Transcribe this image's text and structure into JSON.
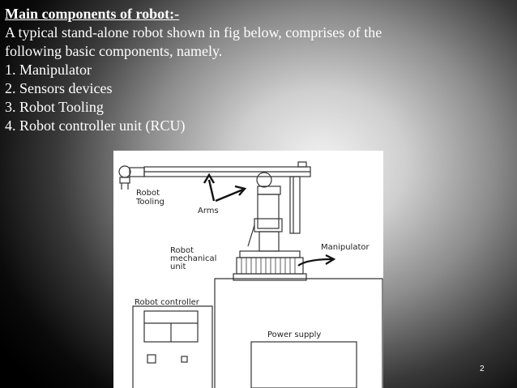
{
  "slide": {
    "heading": "Main components of robot:-",
    "intro_line1": "A typical stand-alone robot shown in fig below, comprises of the",
    "intro_line2": "following basic components, namely.",
    "items": [
      "1. Manipulator",
      "2. Sensors devices",
      "3. Robot Tooling",
      "4. Robot controller unit (RCU)"
    ],
    "page_number": "2"
  },
  "figure": {
    "labels": {
      "tooling_line1": "Robot",
      "tooling_line2": "Tooling",
      "arms": "Arms",
      "mech_line1": "Robot",
      "mech_line2": "mechanical",
      "mech_line3": "unit",
      "manipulator": "Manipulator",
      "controller": "Robot controller",
      "power_supply": "Power supply"
    }
  }
}
